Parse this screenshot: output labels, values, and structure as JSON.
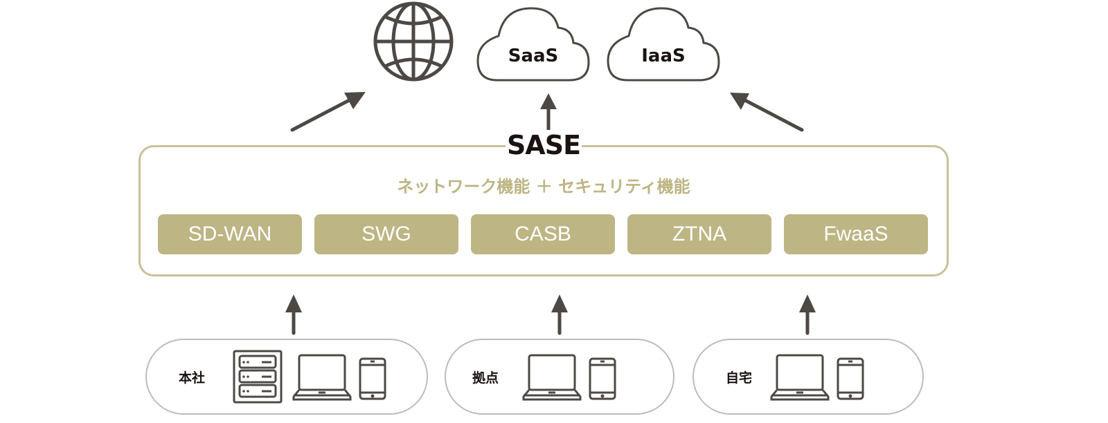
{
  "top": {
    "globe_icon": "globe-icon",
    "clouds": [
      {
        "label": "SaaS"
      },
      {
        "label": "IaaS"
      }
    ]
  },
  "sase": {
    "title": "SASE",
    "subtitle": "ネットワーク機能 ＋ セキュリティ機能",
    "functions": [
      {
        "label": "SD-WAN"
      },
      {
        "label": "SWG"
      },
      {
        "label": "CASB"
      },
      {
        "label": "ZTNA"
      },
      {
        "label": "FwaaS"
      }
    ]
  },
  "locations": [
    {
      "label": "本社",
      "devices": [
        "server-icon",
        "laptop-icon",
        "smartphone-icon"
      ]
    },
    {
      "label": "拠点",
      "devices": [
        "laptop-icon",
        "smartphone-icon"
      ]
    },
    {
      "label": "自宅",
      "devices": [
        "laptop-icon",
        "smartphone-icon"
      ]
    }
  ],
  "colors": {
    "accent": "#bdb583",
    "border_accent": "#c9c196",
    "icon_stroke": "#4d4843",
    "text_dark": "#1a1311",
    "location_border": "#bcbcbc"
  }
}
